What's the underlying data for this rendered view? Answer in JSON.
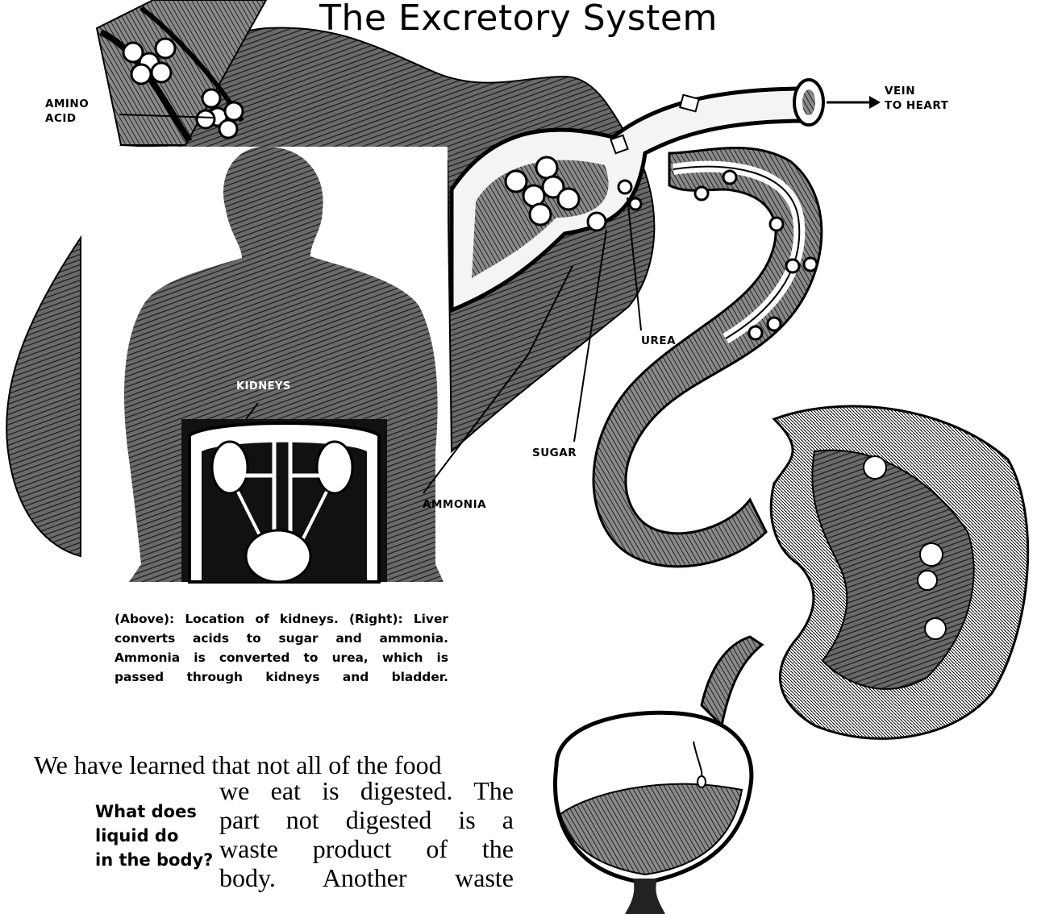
{
  "title": "The Excretory System",
  "labels": {
    "amino_acid": [
      "AMINO",
      "ACID"
    ],
    "vein_to_heart": [
      "VEIN",
      "TO HEART"
    ],
    "kidneys": "KIDNEYS",
    "urea": "UREA",
    "sugar": "SUGAR",
    "ammonia": "AMMONIA"
  },
  "caption_lines": [
    "(Above): Location of kidneys. (Right): Liver",
    "converts acids to sugar and ammonia.",
    "Ammonia is converted to urea, which is",
    "passed through kidneys and bladder."
  ],
  "body_text": {
    "first_line": "We have learned that not all of the food",
    "column_lines": [
      "we eat is digested. The",
      "part not digested is a",
      "waste product of the",
      "body. Another waste"
    ]
  },
  "margin_question": [
    "What does",
    "liquid do",
    "in the body?"
  ],
  "colors": {
    "ink": "#000000",
    "paper": "#ffffff",
    "shade": "#5a5a5a"
  }
}
